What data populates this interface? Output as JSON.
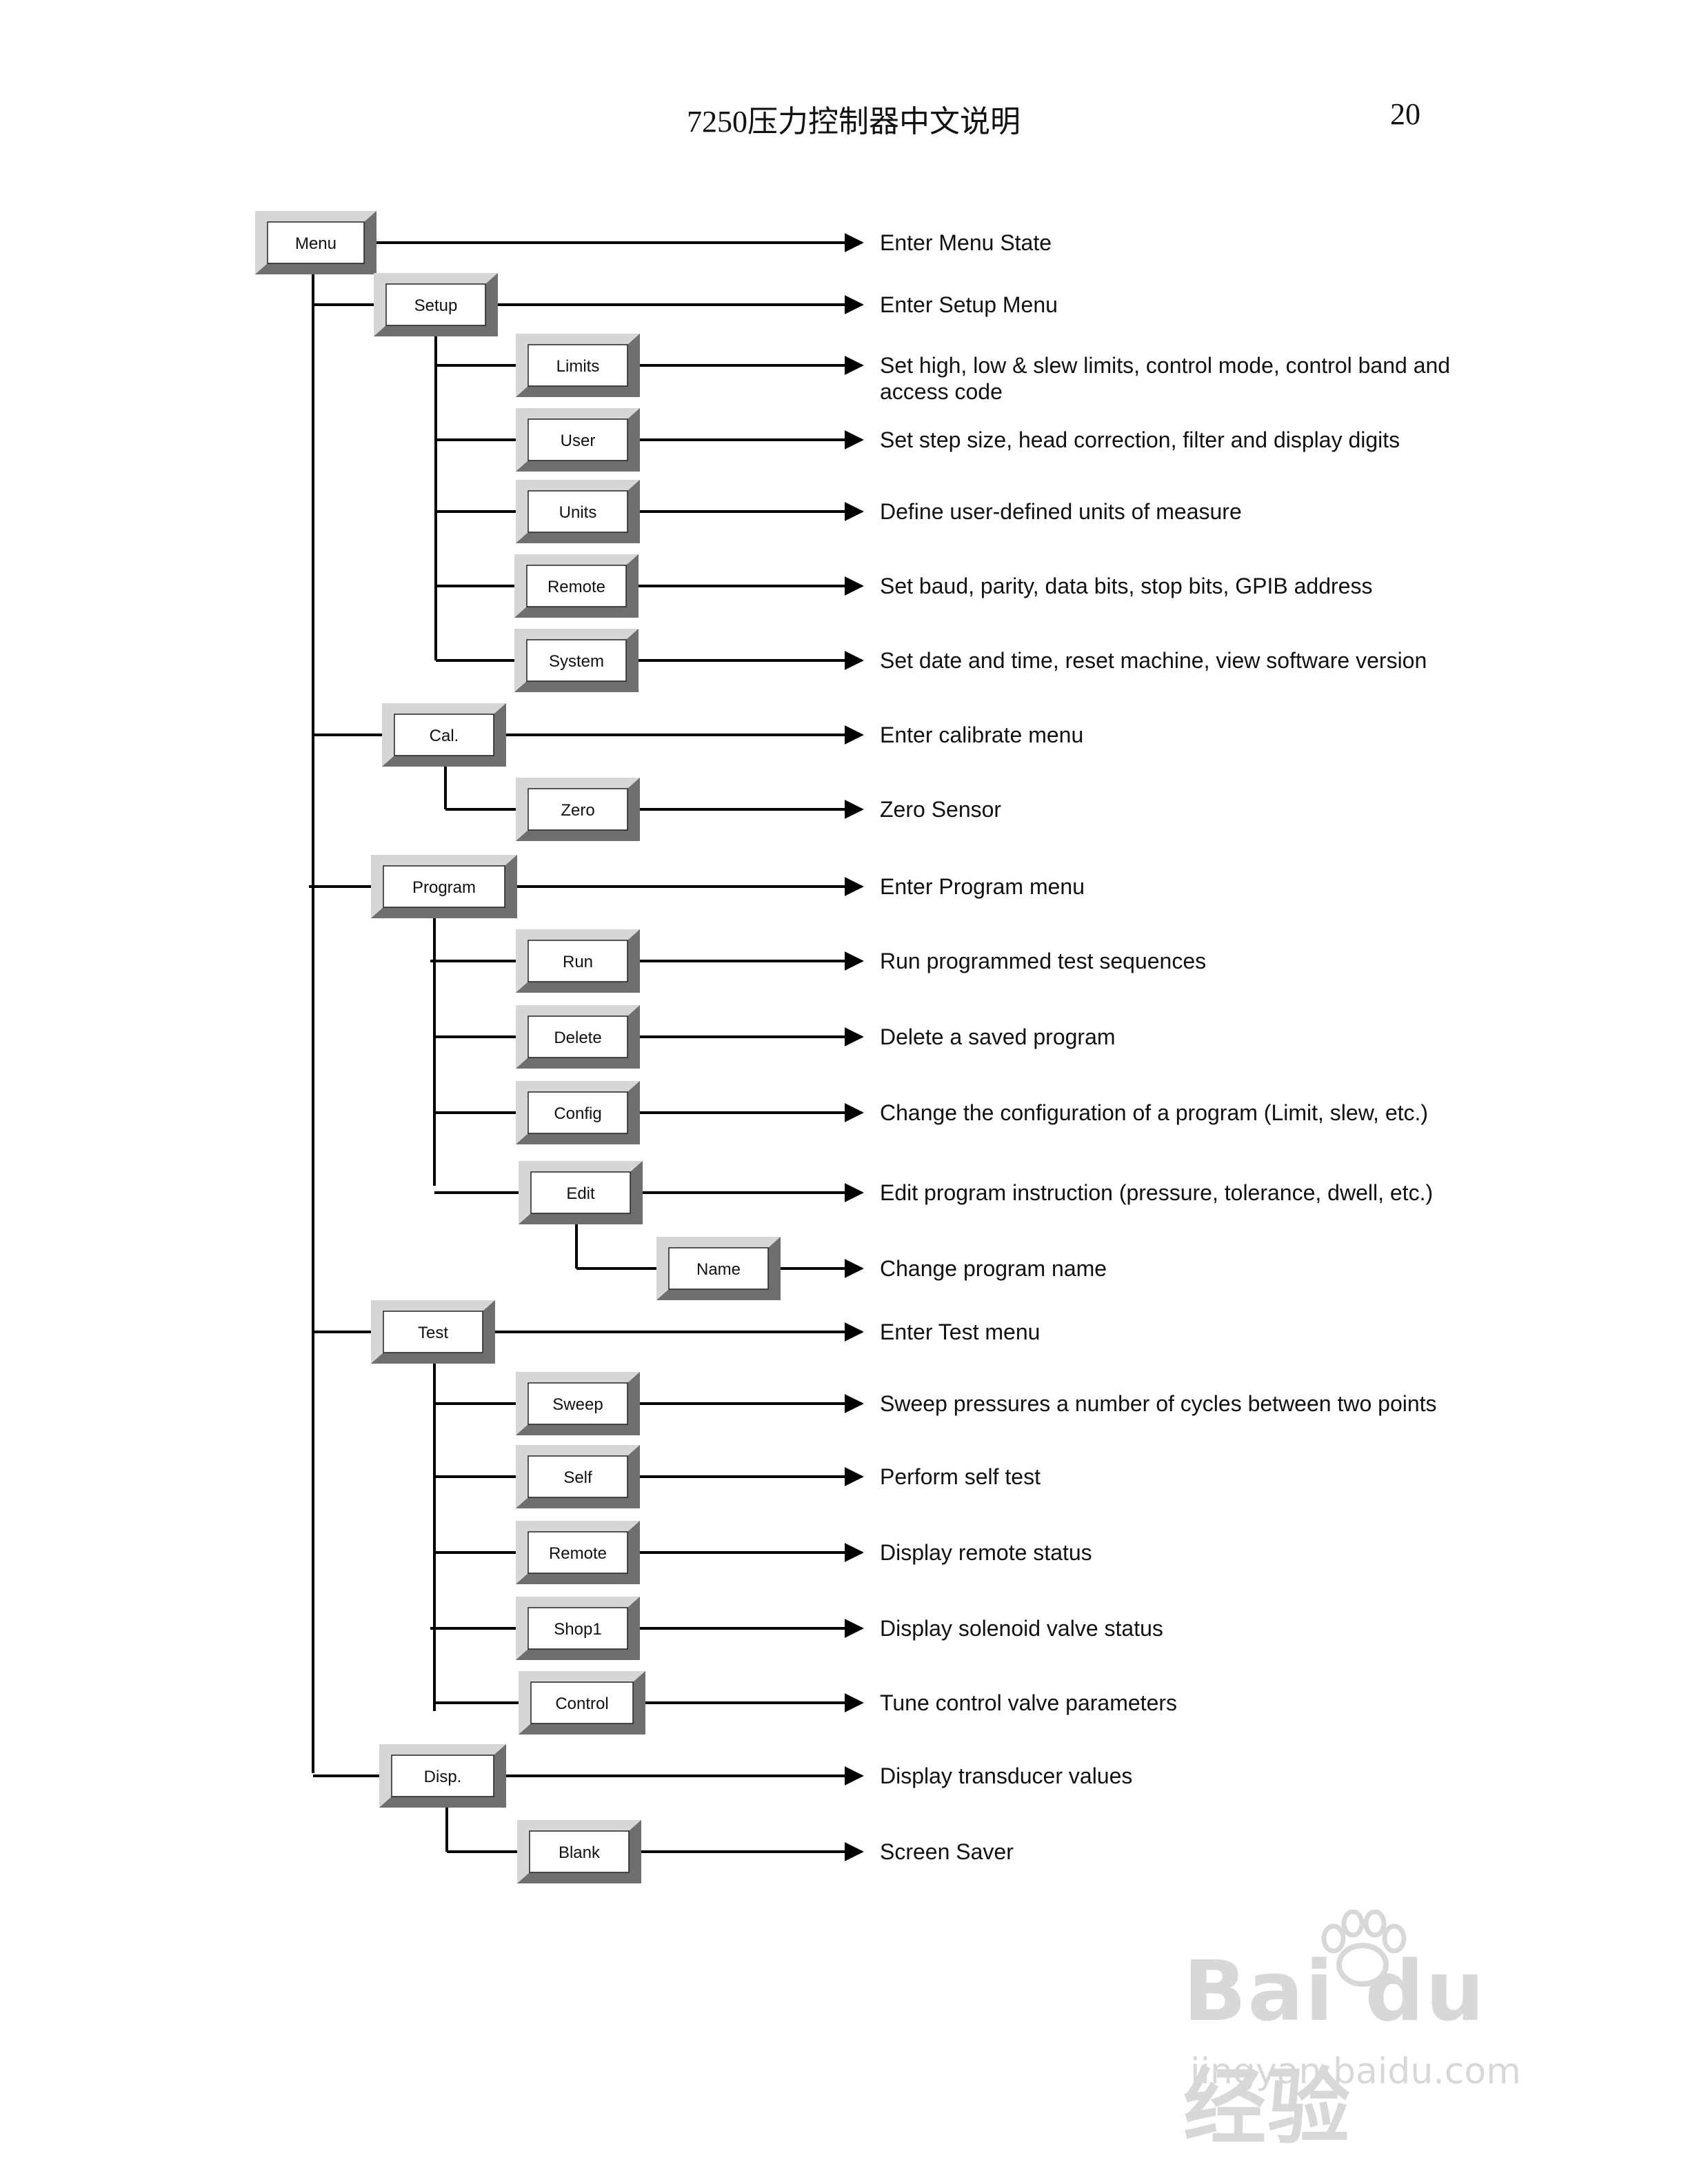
{
  "header": {
    "title": "7250压力控制器中文说明",
    "page_number": "20"
  },
  "nodes": [
    {
      "id": "menu",
      "label": "Menu",
      "desc": [
        "Enter Menu State"
      ]
    },
    {
      "id": "setup",
      "label": "Setup",
      "desc": [
        "Enter Setup Menu"
      ]
    },
    {
      "id": "limits",
      "label": "Limits",
      "desc": [
        "Set high, low & slew limits, control mode, control band and",
        "access code"
      ]
    },
    {
      "id": "user",
      "label": "User",
      "desc": [
        "Set step size, head correction, filter and display digits"
      ]
    },
    {
      "id": "units",
      "label": "Units",
      "desc": [
        "Define user-defined units of measure"
      ]
    },
    {
      "id": "remote-setup",
      "label": "Remote",
      "desc": [
        "Set baud, parity, data bits, stop bits, GPIB address"
      ]
    },
    {
      "id": "system",
      "label": "System",
      "desc": [
        "Set date and time, reset machine, view software version"
      ]
    },
    {
      "id": "cal",
      "label": "Cal.",
      "desc": [
        "Enter calibrate menu"
      ]
    },
    {
      "id": "zero",
      "label": "Zero",
      "desc": [
        "Zero Sensor"
      ]
    },
    {
      "id": "program",
      "label": "Program",
      "desc": [
        "Enter Program menu"
      ]
    },
    {
      "id": "run",
      "label": "Run",
      "desc": [
        "Run programmed test sequences"
      ]
    },
    {
      "id": "delete",
      "label": "Delete",
      "desc": [
        "Delete a saved program"
      ]
    },
    {
      "id": "config",
      "label": "Config",
      "desc": [
        "Change the configuration of a program (Limit, slew, etc.)"
      ]
    },
    {
      "id": "edit",
      "label": "Edit",
      "desc": [
        "Edit program instruction (pressure, tolerance, dwell, etc.)"
      ]
    },
    {
      "id": "name",
      "label": "Name",
      "desc": [
        "Change program name"
      ]
    },
    {
      "id": "test",
      "label": "Test",
      "desc": [
        "Enter Test menu"
      ]
    },
    {
      "id": "sweep",
      "label": "Sweep",
      "desc": [
        "Sweep pressures a number of cycles between two points"
      ]
    },
    {
      "id": "self",
      "label": "Self",
      "desc": [
        "Perform self test"
      ]
    },
    {
      "id": "remote-test",
      "label": "Remote",
      "desc": [
        "Display remote status"
      ]
    },
    {
      "id": "shop1",
      "label": "Shop1",
      "desc": [
        "Display solenoid valve status"
      ]
    },
    {
      "id": "control",
      "label": "Control",
      "desc": [
        "Tune control valve parameters"
      ]
    },
    {
      "id": "disp",
      "label": "Disp.",
      "desc": [
        "Display transducer values"
      ]
    },
    {
      "id": "blank",
      "label": "Blank",
      "desc": [
        "Screen Saver"
      ]
    }
  ],
  "watermark": {
    "logo": "Bai du 经验",
    "url": "jingyan.baidu.com"
  },
  "colors": {
    "bevel_light": "#d6d6d6",
    "bevel_dark": "#6e6e6e",
    "bevel_mid": "#a8a8a8",
    "line": "#000000"
  }
}
